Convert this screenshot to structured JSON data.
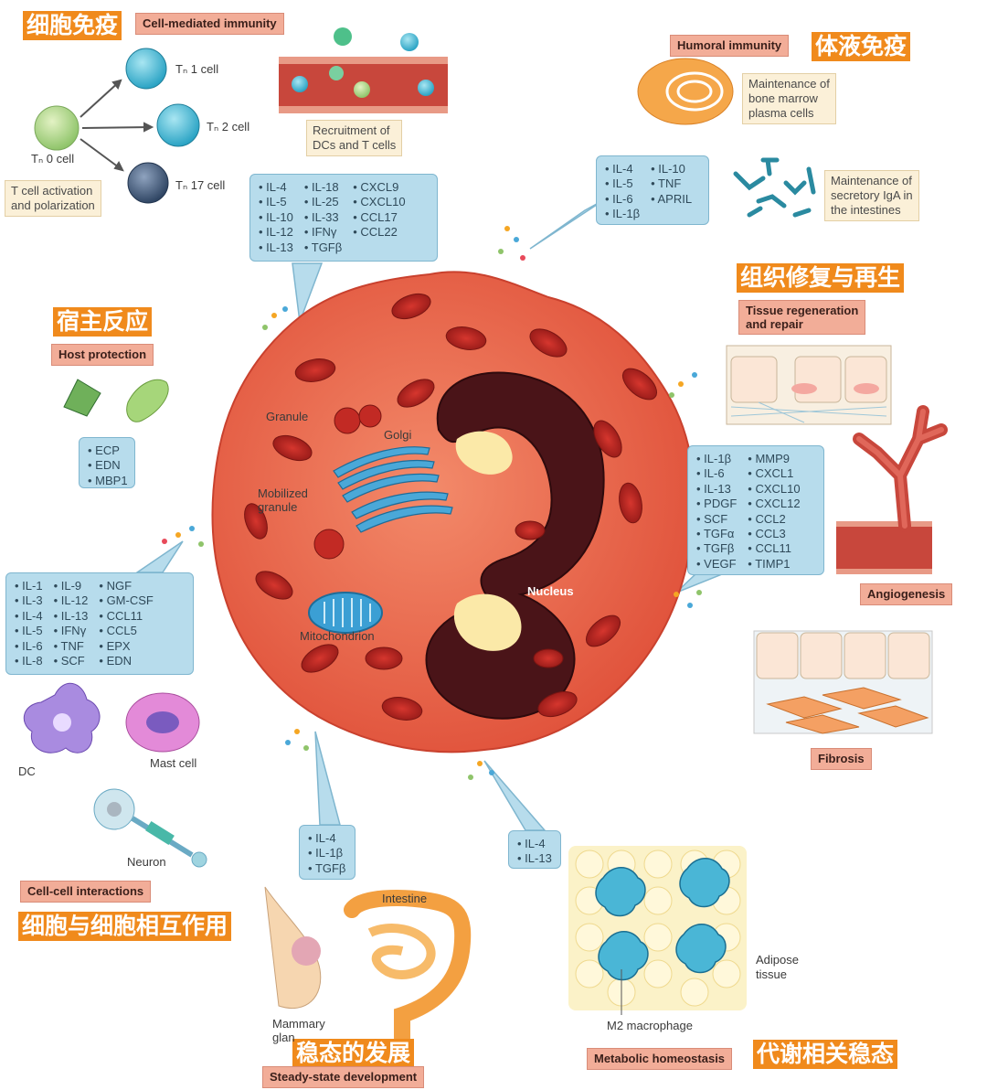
{
  "chinese_labels": {
    "cell_immunity": "细胞免疫",
    "humoral_immunity": "体液免疫",
    "tissue_repair": "组织修复与再生",
    "host_response": "宿主反应",
    "cell_interactions": "细胞与细胞相互作用",
    "steady_state": "稳态的发展",
    "metabolic": "代谢相关稳态"
  },
  "section_titles": {
    "cell_mediated": "Cell-mediated immunity",
    "humoral": "Humoral immunity",
    "tissue_regen_line1": "Tissue regeneration",
    "tissue_regen_line2": "and repair",
    "host_protection": "Host protection",
    "angiogenesis": "Angiogenesis",
    "fibrosis": "Fibrosis",
    "cell_cell": "Cell-cell interactions",
    "steady_state": "Steady-state development",
    "metabolic": "Metabolic homeostasis"
  },
  "notes": {
    "recruitment_line1": "Recruitment of",
    "recruitment_line2": "DCs and T cells",
    "tcell_line1": "T cell activation",
    "tcell_line2": "and polarization",
    "plasma_line1": "Maintenance of",
    "plasma_line2": "bone marrow",
    "plasma_line3": "plasma cells",
    "iga_line1": "Maintenance of",
    "iga_line2": "secretory IgA in",
    "iga_line3": "the intestines"
  },
  "cell_labels": {
    "th0": "Tₙ 0 cell",
    "th1": "Tₙ 1 cell",
    "th2": "Tₙ 2 cell",
    "th17": "Tₙ 17 cell",
    "granule": "Granule",
    "golgi": "Golgi",
    "mobilized_line1": "Mobilized",
    "mobilized_line2": "granule",
    "mitochondrion": "Mitochondrion",
    "nucleus": "Nucleus",
    "dc": "DC",
    "mast_cell": "Mast cell",
    "neuron": "Neuron",
    "intestine": "Intestine",
    "mammary_line1": "Mammary",
    "mammary_line2": "glan",
    "adipose_line1": "Adipose",
    "adipose_line2": "tissue",
    "m2": "M2 macrophage"
  },
  "mediator_boxes": {
    "top": [
      [
        "IL-4",
        "IL-5",
        "IL-10",
        "IL-12",
        "IL-13"
      ],
      [
        "IL-18",
        "IL-25",
        "IL-33",
        "IFNγ",
        "TGFβ"
      ],
      [
        "CXCL9",
        "CXCL10",
        "CCL17",
        "CCL22"
      ]
    ],
    "humoral": [
      [
        "IL-4",
        "IL-5",
        "IL-6",
        "IL-1β"
      ],
      [
        "IL-10",
        "TNF",
        "APRIL"
      ]
    ],
    "host": [
      [
        "ECP",
        "EDN",
        "MBP1"
      ]
    ],
    "tissue": [
      [
        "IL-1β",
        "IL-6",
        "IL-13",
        "PDGF",
        "SCF",
        "TGFα",
        "TGFβ",
        "VEGF"
      ],
      [
        "MMP9",
        "CXCL1",
        "CXCL10",
        "CXCL12",
        "CCL2",
        "CCL3",
        "CCL11",
        "TIMP1"
      ]
    ],
    "interactions": [
      [
        "IL-1",
        "IL-3",
        "IL-4",
        "IL-5",
        "IL-6",
        "IL-8"
      ],
      [
        "IL-9",
        "IL-12",
        "IL-13",
        "IFNγ",
        "TNF",
        "SCF"
      ],
      [
        "NGF",
        "GM-CSF",
        "CCL11",
        "CCL5",
        "EPX",
        "EDN"
      ]
    ],
    "steady": [
      [
        "IL-4",
        "IL-1β",
        "TGFβ"
      ]
    ],
    "metabolic": [
      [
        "IL-4",
        "IL-13"
      ]
    ]
  },
  "colors": {
    "orange_label": "#f08a1c",
    "salmon_tag": "#f2ad98",
    "blue_box": "#b7dcec",
    "cell_body": "#e8604a",
    "nucleus": "#4a1418"
  }
}
